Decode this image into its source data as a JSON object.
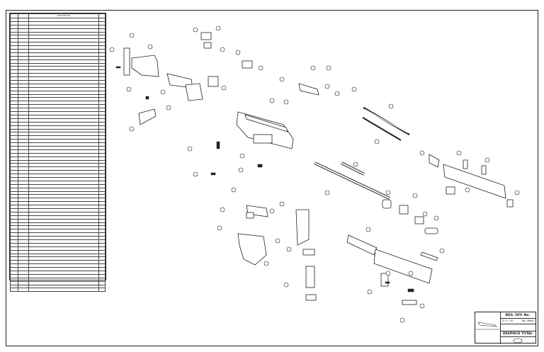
{
  "parts_list": {
    "headers": {
      "num": "",
      "code": "",
      "description": "DESCRIPCION",
      "qty": ""
    },
    "row_count": 79
  },
  "title_block": {
    "line1": "REG. OFF. No.",
    "line2_left": "D. G. I. M.",
    "line2_right": "FAL GMAN",
    "line3": "DESPIECE TOTAL",
    "footer_left": "",
    "footer_right": ""
  },
  "icons": [
    "drawing-icon",
    "logo-icon"
  ],
  "colors": {
    "ink": "#222222",
    "paper": "#ffffff"
  }
}
